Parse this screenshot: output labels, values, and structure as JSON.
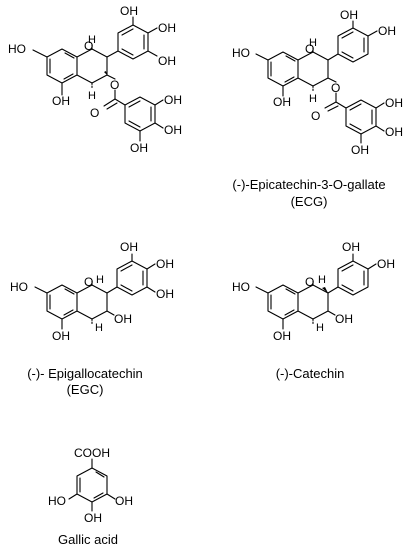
{
  "figure": {
    "compounds": [
      {
        "id": "egcg",
        "caption_lines": [],
        "atoms": {
          "oh_a1": "OH",
          "oh_a2": "OH",
          "oh_a3": "OH",
          "ho_a7": "HO",
          "o_ring": "O",
          "h_c2": "H",
          "h_c3": "H",
          "o_ester": "O",
          "o_carbonyl": "O",
          "oh_a5": "OH",
          "oh_g1": "OH",
          "oh_g2": "OH",
          "oh_g3": "OH"
        }
      },
      {
        "id": "ecg",
        "caption_lines": [
          "(-)-Epicatechin-3-O-gallate",
          "(ECG)"
        ],
        "atoms": {
          "oh_b1": "OH",
          "oh_b2": "OH",
          "ho_a7": "HO",
          "o_ring": "O",
          "h_c2": "H",
          "h_c3": "H",
          "o_ester": "O",
          "o_carbonyl": "O",
          "oh_a5": "OH",
          "oh_g1": "OH",
          "oh_g2": "OH",
          "oh_g3": "OH"
        }
      },
      {
        "id": "egc",
        "caption_lines": [
          "(-)- Epigallocatechin",
          "(EGC)"
        ],
        "atoms": {
          "oh_b1": "OH",
          "oh_b2": "OH",
          "oh_b3": "OH",
          "ho_a7": "HO",
          "o_ring": "O",
          "h_c2": "H",
          "h_c3": "H",
          "oh_c3": "OH",
          "oh_a5": "OH"
        }
      },
      {
        "id": "catechin",
        "caption_lines": [
          "(-)-Catechin"
        ],
        "atoms": {
          "oh_b1": "OH",
          "oh_b2": "OH",
          "ho_a7": "HO",
          "o_ring": "O",
          "h_c2": "H",
          "h_c3": "H",
          "oh_c3": "OH",
          "oh_a5": "OH"
        }
      },
      {
        "id": "gallic",
        "caption_lines": [
          "Gallic acid"
        ],
        "atoms": {
          "cooh": "COOH",
          "ho_1": "HO",
          "oh_1": "OH",
          "oh_2": "OH"
        }
      }
    ]
  }
}
